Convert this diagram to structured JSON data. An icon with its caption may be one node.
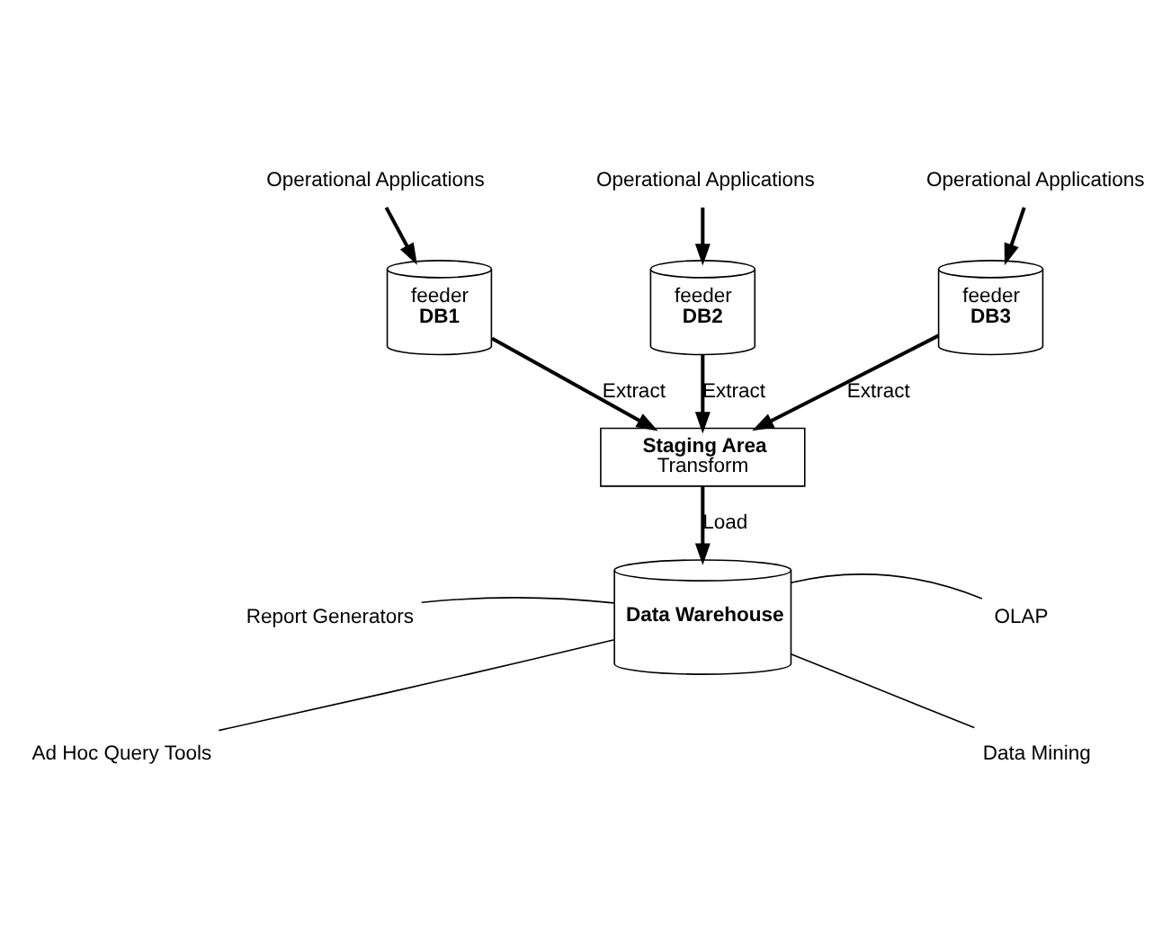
{
  "diagram": {
    "nodes": [
      {
        "text": [
          "Operational Applications"
        ]
      },
      {
        "text": [
          "Operational Applications"
        ]
      },
      {
        "text": [
          "Operational Applications"
        ]
      },
      {
        "text": [
          "feeder",
          "DB1"
        ]
      },
      {
        "text": [
          "feeder",
          "DB2"
        ]
      },
      {
        "text": [
          "feeder",
          "DB3"
        ]
      },
      {
        "text": [
          "Staging Area",
          "Transform"
        ]
      },
      {
        "text": [
          "Data Warehouse"
        ]
      },
      {
        "text": [
          "Report Generators"
        ]
      },
      {
        "text": [
          "Ad Hoc Query Tools"
        ]
      },
      {
        "text": [
          "OLAP"
        ]
      },
      {
        "text": [
          "Data Mining"
        ]
      }
    ],
    "edges": [
      {
        "from": 0,
        "to": 3,
        "arrow": "to"
      },
      {
        "from": 1,
        "to": 4,
        "arrow": "to"
      },
      {
        "from": 2,
        "to": 5,
        "arrow": "to"
      },
      {
        "from": 3,
        "to": 6,
        "arrow": "to",
        "label": "Extract"
      },
      {
        "from": 4,
        "to": 6,
        "arrow": "to",
        "label": "Extract"
      },
      {
        "from": 5,
        "to": 6,
        "arrow": "to",
        "label": "Extract"
      },
      {
        "from": 6,
        "to": 7,
        "arrow": "to",
        "label": "Load"
      },
      {
        "from": 8,
        "to": 7,
        "arrow": "none"
      },
      {
        "from": 9,
        "to": 7,
        "arrow": "none"
      },
      {
        "from": 10,
        "to": 7,
        "arrow": "none"
      },
      {
        "from": 11,
        "to": 7,
        "arrow": "none"
      }
    ]
  }
}
